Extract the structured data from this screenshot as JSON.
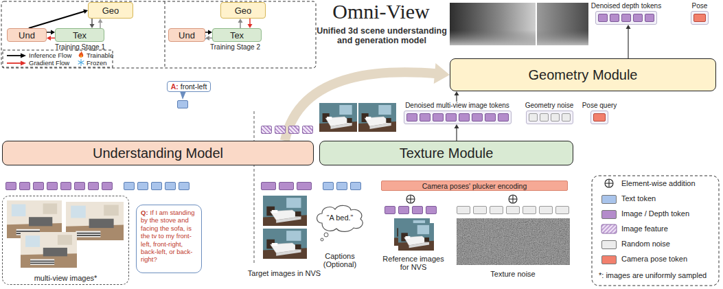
{
  "diagram": {
    "title": "Omni-View",
    "nodes": [
      {
        "text": [
          "Training Stage 1"
        ]
      },
      {
        "text": [
          "Und"
        ],
        "in": 0
      },
      {
        "text": [
          "Tex"
        ],
        "in": 0
      },
      {
        "text": [
          "Geo"
        ],
        "in": 0
      },
      {
        "text": [
          "Training Stage 2"
        ]
      },
      {
        "text": [
          "Und"
        ],
        "in": 4
      },
      {
        "text": [
          "Tex"
        ],
        "in": 4
      },
      {
        "text": [
          "Geo"
        ],
        "in": 4
      },
      {
        "text": [
          "Denoised depth tokens"
        ]
      },
      {
        "text": [
          "Pose"
        ]
      },
      {
        "text": [
          "Geometry Module"
        ]
      },
      {
        "text": [
          "A:",
          "front-left"
        ]
      },
      {
        "text": [
          "Denoised multi-view image tokens"
        ]
      },
      {
        "text": [
          "Geometry noise"
        ]
      },
      {
        "text": [
          "Pose query"
        ]
      },
      {
        "text": [
          "Understanding Model"
        ]
      },
      {
        "text": [
          "Texture Module"
        ]
      },
      {
        "text": [
          "Camera poses' plucker encoding"
        ]
      },
      {
        "text": [
          "Q:",
          "If I am standing by the stove and facing the sofa, is the tv to my front-left, front-right, back-left, or back-right?"
        ]
      },
      {
        "text": [
          "multi-view images*"
        ]
      },
      {
        "text": [
          "“A bed.”",
          "Captions (Optional)"
        ]
      }
    ],
    "edges": [
      {
        "from": 1,
        "to": 3,
        "arrow": "to"
      },
      {
        "from": 1,
        "to": 2,
        "arrow": "to"
      },
      {
        "from": 2,
        "to": 1,
        "arrow": "to"
      },
      {
        "from": 3,
        "to": 2,
        "arrow": "to"
      },
      {
        "from": 2,
        "to": 3,
        "arrow": "to"
      },
      {
        "from": 5,
        "to": 6,
        "arrow": "to"
      },
      {
        "from": 6,
        "to": 5,
        "arrow": "to"
      },
      {
        "from": 7,
        "to": 6,
        "arrow": "to"
      },
      {
        "from": 6,
        "to": 7,
        "arrow": "to"
      },
      {
        "from": 15,
        "to": 10,
        "arrow": "to"
      },
      {
        "from": 16,
        "to": 12,
        "arrow": "to"
      },
      {
        "from": 12,
        "to": 10,
        "arrow": "to"
      },
      {
        "from": 10,
        "to": 8,
        "arrow": "to"
      }
    ],
    "labels": [
      "Unified 3d scene understanding and generation model",
      "Target images in NVS",
      "Reference images for NVS",
      "Texture noise",
      "*: images are uniformly sampled"
    ],
    "legend": [
      {
        "text": "Inference Flow"
      },
      {
        "text": "Trainable"
      },
      {
        "text": "Gradient Flow"
      },
      {
        "text": "Frozen"
      },
      {
        "text": "Element-wise addition"
      },
      {
        "text": "Text token",
        "color": "#a9c4eb"
      },
      {
        "text": "Image / Depth token",
        "color": "#b48ccb"
      },
      {
        "text": "Image feature"
      },
      {
        "text": "Random noise",
        "color": "#ececec"
      },
      {
        "text": "Camera pose token",
        "color": "#f2806d"
      }
    ]
  }
}
